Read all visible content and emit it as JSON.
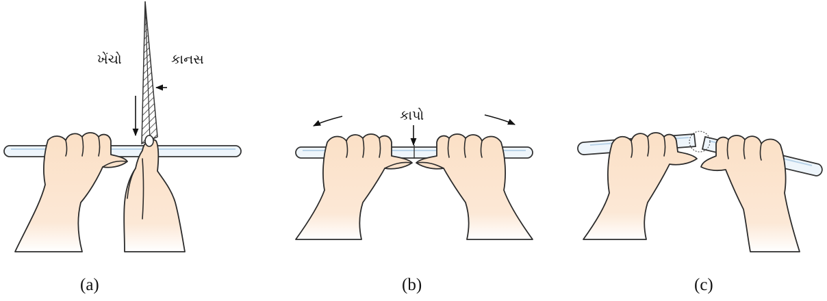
{
  "panels": [
    {
      "caption": "(a)",
      "labels": {
        "pull": "ખેંચો",
        "file": "કાનસ"
      }
    },
    {
      "caption": "(b)",
      "labels": {
        "break": "કાપો"
      }
    },
    {
      "caption": "(c)"
    }
  ],
  "colors": {
    "skin": "#fbe3cc",
    "tube_fill": "#eef5fb",
    "outline": "#2b2b2b"
  }
}
